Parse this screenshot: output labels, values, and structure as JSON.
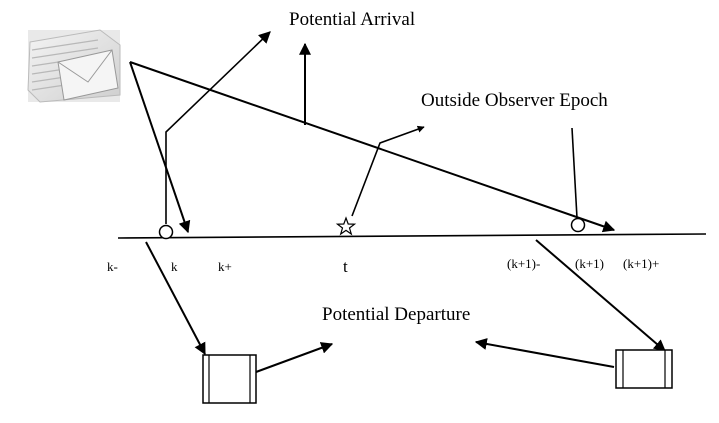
{
  "labels": {
    "potential_arrival": "Potential Arrival",
    "outside_observer_epoch": "Outside Observer Epoch",
    "potential_departure": "Potential Departure"
  },
  "ticks": {
    "k_minus": "k-",
    "k": "k",
    "k_plus": "k+",
    "t": "t",
    "k1_minus": "(k+1)-",
    "k1": "(k+1)",
    "k1_plus": "(k+1)+"
  },
  "icons": {
    "envelope": "envelope-stack-icon",
    "server_left": "server-box-icon",
    "server_right": "server-box-icon",
    "observer": "star-icon"
  }
}
